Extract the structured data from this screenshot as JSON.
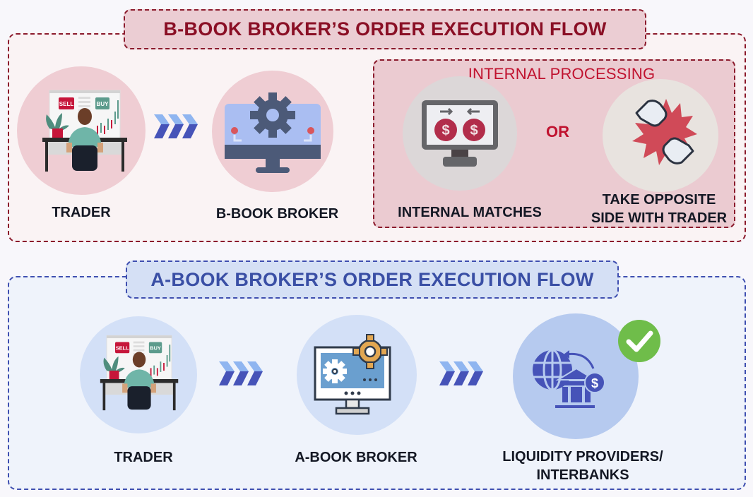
{
  "b_book": {
    "title": "B-BOOK BROKER’S ORDER EXECUTION FLOW",
    "trader_label": "TRADER",
    "broker_label": "B-BOOK BROKER",
    "internal_processing": {
      "title": "INTERNAL PROCESSING",
      "option_1": "INTERNAL MATCHES",
      "separator": "OR",
      "option_2_line1": "TAKE OPPOSITE",
      "option_2_line2": "SIDE WITH TRADER"
    },
    "sell_label": "SELL",
    "buy_label": "BUY"
  },
  "a_book": {
    "title": "A-BOOK BROKER’S ORDER EXECUTION FLOW",
    "trader_label": "TRADER",
    "broker_label": "A-BOOK BROKER",
    "destination_line1": "LIQUIDITY PROVIDERS/",
    "destination_line2": "INTERBANKS",
    "sell_label": "SELL",
    "buy_label": "BUY"
  },
  "icons": {
    "trader": "trader-at-desk-icon",
    "b_broker": "monitor-gear-icon",
    "a_broker": "monitor-gears-icon",
    "internal_matches": "monitor-dollar-exchange-icon",
    "opposite_side": "fist-bump-clash-icon",
    "liquidity": "globe-bank-dollar-icon",
    "check": "check-icon",
    "flow_arrow": "chevron-arrows-icon"
  },
  "colors": {
    "b_accent": "#8a0f25",
    "b_red": "#c0122f",
    "a_accent": "#3a4fa5",
    "check_green": "#6fbd4a"
  }
}
